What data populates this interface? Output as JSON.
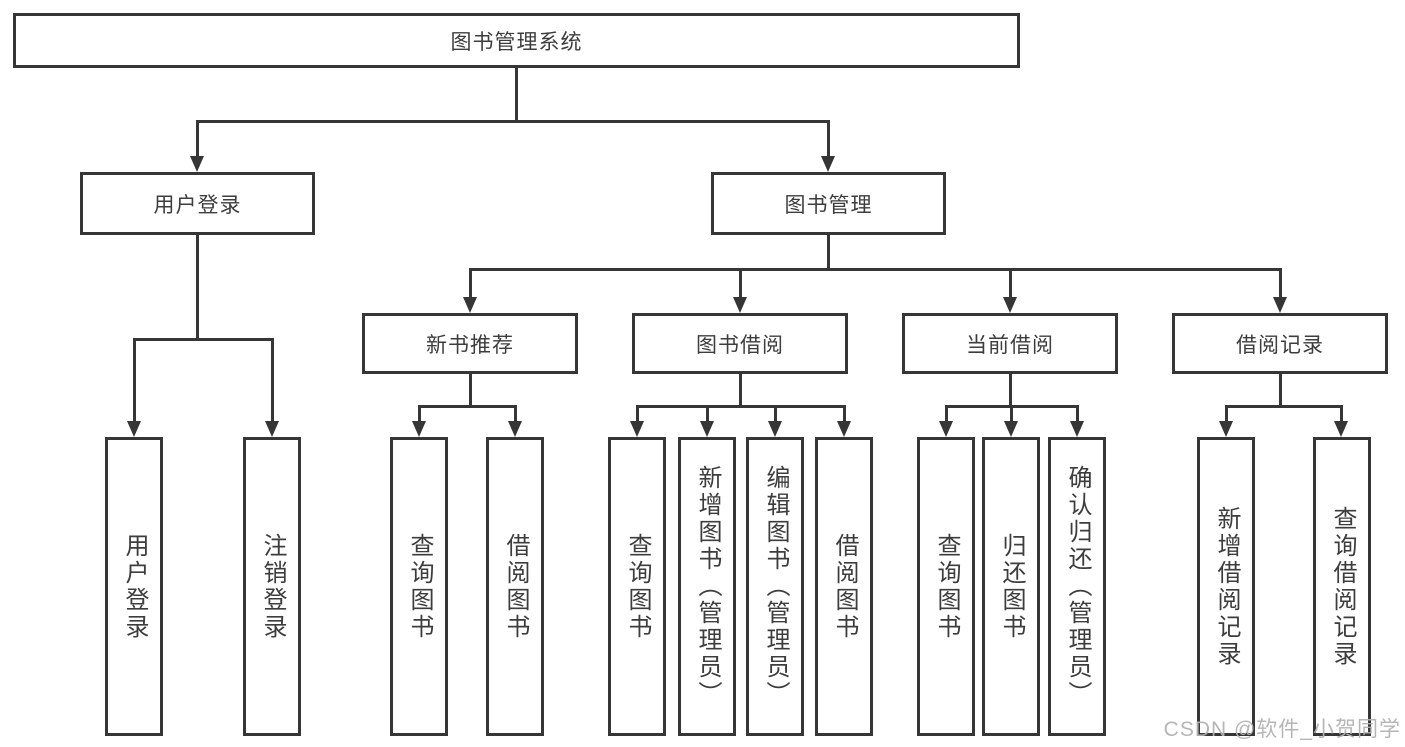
{
  "diagram_type": "tree",
  "colors": {
    "line": "#363636",
    "text": "#3d3d3d",
    "background": "#ffffff",
    "watermark": "#b2b2b2"
  },
  "nodes": {
    "root": "图书管理系统",
    "user_login": "用户登录",
    "book_mgmt": "图书管理",
    "new_books": "新书推荐",
    "borrowing": "图书借阅",
    "current": "当前借阅",
    "records": "借阅记录",
    "ul_login": "用户登录",
    "ul_logout": "注销登录",
    "nb_query": "查询图书",
    "nb_borrow": "借阅图书",
    "bb_query": "查询图书",
    "bb_add": "新增图书（管理员）",
    "bb_edit": "编辑图书（管理员）",
    "bb_borrow": "借阅图书",
    "cb_query": "查询图书",
    "cb_return": "归还图书",
    "cb_confirm": "确认归还（管理员）",
    "br_add": "新增借阅记录",
    "br_query": "查询借阅记录"
  },
  "hierarchy": {
    "图书管理系统": {
      "用户登录": [
        "用户登录",
        "注销登录"
      ],
      "图书管理": {
        "新书推荐": [
          "查询图书",
          "借阅图书"
        ],
        "图书借阅": [
          "查询图书",
          "新增图书（管理员）",
          "编辑图书（管理员）",
          "借阅图书"
        ],
        "当前借阅": [
          "查询图书",
          "归还图书",
          "确认归还（管理员）"
        ],
        "借阅记录": [
          "新增借阅记录",
          "查询借阅记录"
        ]
      }
    }
  },
  "watermark": "CSDN @软件_小贺同学"
}
